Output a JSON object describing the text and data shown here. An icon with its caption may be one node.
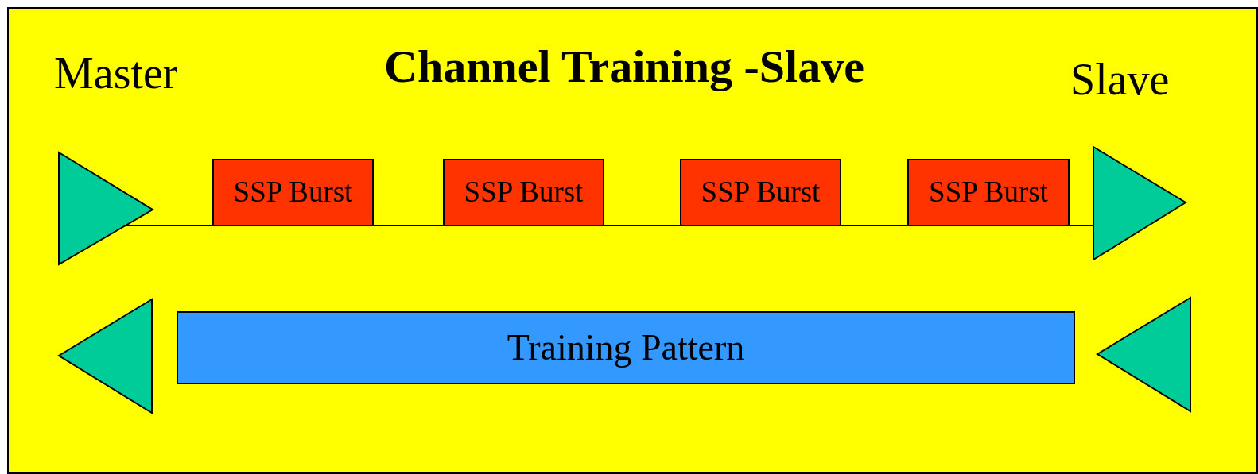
{
  "diagram": {
    "title": "Channel Training -Slave",
    "nodes": [
      {
        "text": [],
        "shape": "triangle"
      },
      {
        "text": [
          "SSP Burst"
        ]
      },
      {
        "text": [
          "SSP Burst"
        ]
      },
      {
        "text": [
          "SSP Burst"
        ]
      },
      {
        "text": [
          "SSP Burst"
        ]
      },
      {
        "text": [],
        "shape": "triangle"
      },
      {
        "text": [],
        "shape": "triangle"
      },
      {
        "text": [
          "Training Pattern"
        ]
      },
      {
        "text": [],
        "shape": "triangle"
      }
    ],
    "edges": [
      {
        "from": 0,
        "to": 5,
        "arrow": "none"
      }
    ],
    "labels": [
      "Master",
      "Slave"
    ]
  }
}
